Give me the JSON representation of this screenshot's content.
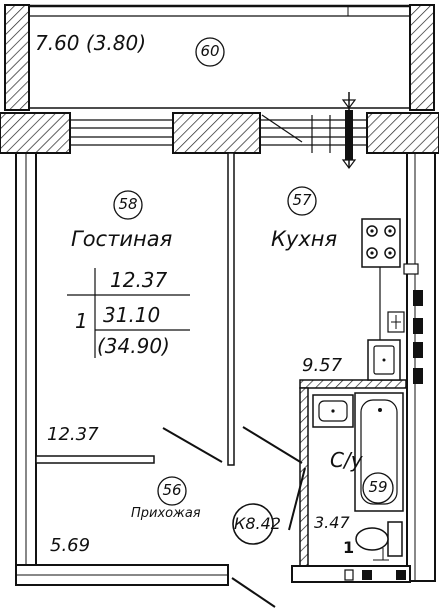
{
  "balcony": {
    "area": "7.60",
    "area_reduced": "(3.80)",
    "number": "60"
  },
  "living": {
    "number": "58",
    "name": "Гостиная"
  },
  "kitchen": {
    "number": "57",
    "name": "Кухня",
    "area": "9.57"
  },
  "apartment": {
    "rooms": "1",
    "living_area": "12.37",
    "total_area": "31.10",
    "total_with_balcony": "(34.90)"
  },
  "living_area_label": "12.37",
  "hallway": {
    "number": "56",
    "name": "Прихожая",
    "area": "5.69"
  },
  "bathroom": {
    "number": "59",
    "name": "С/у",
    "area": "3.47",
    "count": "1"
  },
  "apartment_code": {
    "text": "К8.42"
  }
}
